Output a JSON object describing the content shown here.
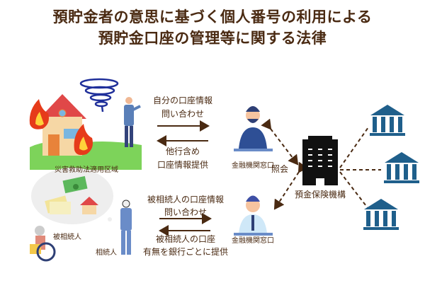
{
  "title": {
    "line1": "預貯金者の意思に基づく個人番号の利用による",
    "line2": "預貯金口座の管理等に関する法律"
  },
  "disaster": {
    "area_label": "災害救助法適用区域",
    "request_line1": "自分の口座情報",
    "request_line2": "問い合わせ",
    "response_line1": "他行含め",
    "response_line2": "口座情報提供"
  },
  "inheritance": {
    "deceased_label": "被相続人",
    "heir_label": "相続人",
    "request_line1": "被相続人の口座情報",
    "request_line2": "問い合わせ",
    "response_line1": "被相続人の口座",
    "response_line2": "有無を銀行ごとに提供"
  },
  "counter_top": "金融機関窓口",
  "counter_bottom": "金融機関窓口",
  "inquiry_label": "照会",
  "dic_label": "預金保険機構",
  "colors": {
    "text": "#4a2a12",
    "bank": "#1f5f8b",
    "ground": "#7dd35a"
  }
}
